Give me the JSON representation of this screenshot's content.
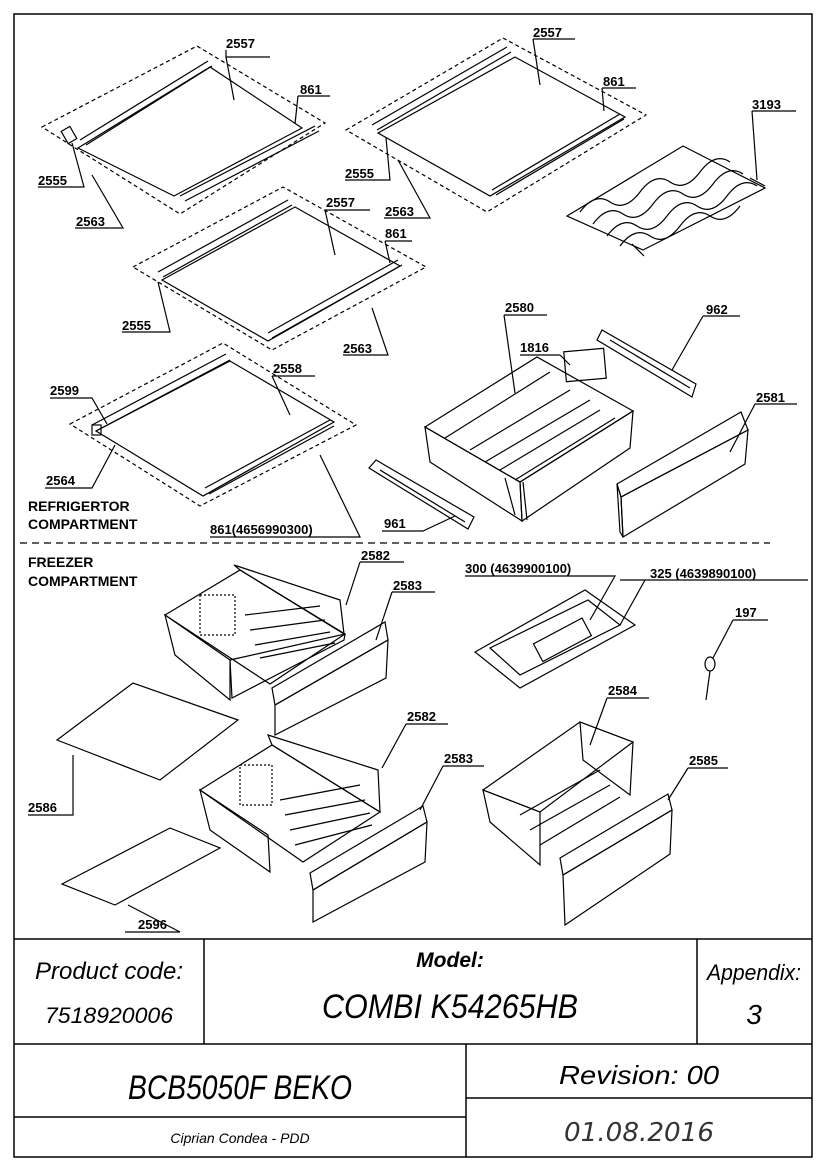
{
  "part_labels": {
    "p2557a": "2557",
    "p861a": "861",
    "p2555a": "2555",
    "p2563a": "2563",
    "p2557b": "2557",
    "p861b": "861",
    "p2555b": "2555",
    "p2563b": "2563",
    "p3193": "3193",
    "p2557c": "2557",
    "p861c": "861",
    "p2555c": "2555",
    "p2563c": "2563",
    "p2580": "2580",
    "p1816": "1816",
    "p962": "962",
    "p2581": "2581",
    "p2599": "2599",
    "p2558": "2558",
    "p2564": "2564",
    "p861d": "861(4656990300)",
    "p961": "961",
    "p2582a": "2582",
    "p2583a": "2583",
    "p300": "300 (4639900100)",
    "p325": "325 (4639890100)",
    "p197": "197",
    "p2586": "2586",
    "p2582b": "2582",
    "p2583b": "2583",
    "p2584": "2584",
    "p2585": "2585",
    "p2596": "2596"
  },
  "sections": {
    "refrigerator_line1": "REFRIGERTOR",
    "refrigerator_line2": "COMPARTMENT",
    "freezer_line1": "FREEZER",
    "freezer_line2": "COMPARTMENT"
  },
  "title_block": {
    "product_code_label": "Product code:",
    "product_code_value": "7518920006",
    "model_label": "Model:",
    "model_value": "COMBI K54265HB",
    "appendix_label": "Appendix:",
    "appendix_value": "3",
    "product_name": "BCB5050F BEKO",
    "revision": "Revision: 00",
    "author": "Ciprian Condea - PDD",
    "date": "01.08.2016"
  }
}
